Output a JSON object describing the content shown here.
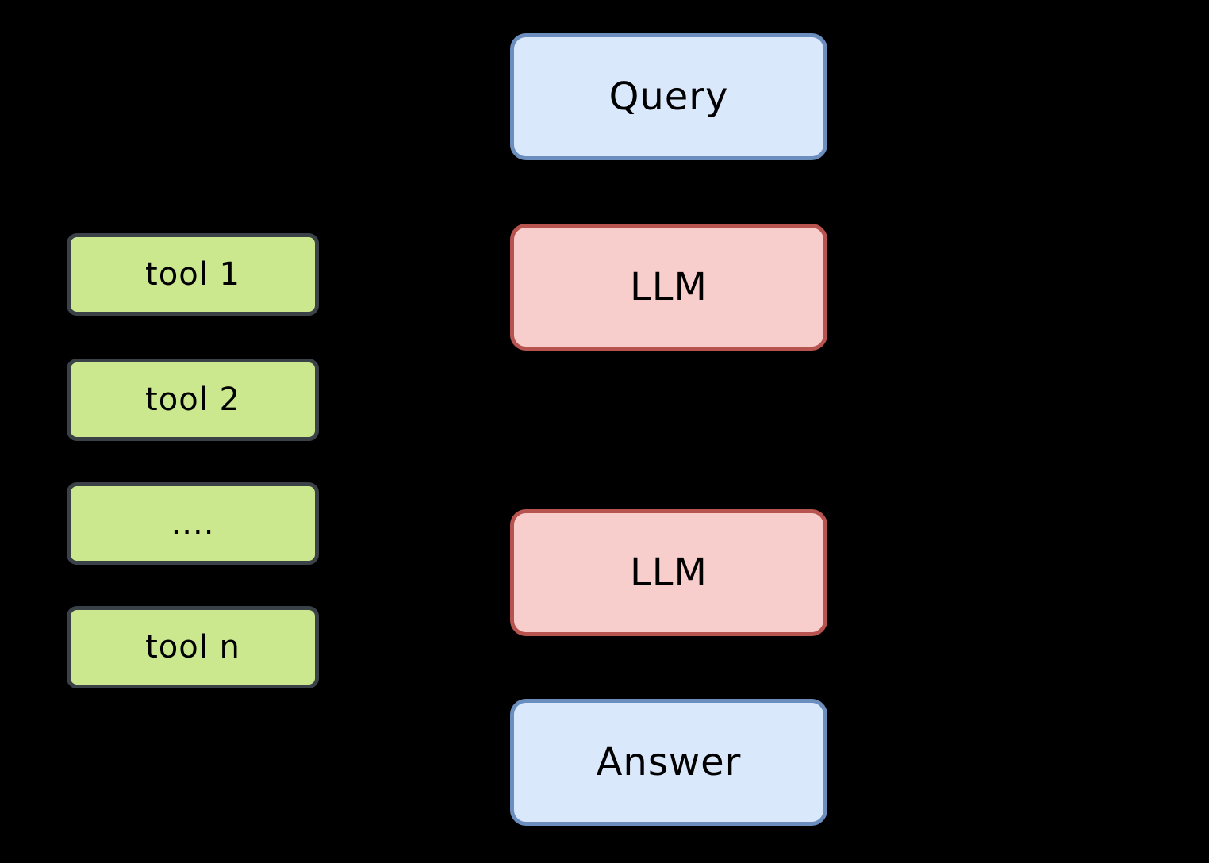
{
  "diagram": {
    "background_color": "#000000",
    "text_color": "#000000",
    "tools_column": {
      "fill_color": "#cce88e",
      "stroke_color": "#3a4147",
      "items": [
        {
          "label": "tool 1"
        },
        {
          "label": "tool 2"
        },
        {
          "label": "...."
        },
        {
          "label": "tool n"
        }
      ]
    },
    "flow_column": {
      "io_fill_color": "#dae8fc",
      "io_stroke_color": "#6c8ebf",
      "llm_fill_color": "#f8cecc",
      "llm_stroke_color": "#b85450",
      "nodes": [
        {
          "label": "Query",
          "kind": "io"
        },
        {
          "label": "LLM",
          "kind": "llm"
        },
        {
          "label": "LLM",
          "kind": "llm"
        },
        {
          "label": "Answer",
          "kind": "io"
        }
      ]
    }
  }
}
